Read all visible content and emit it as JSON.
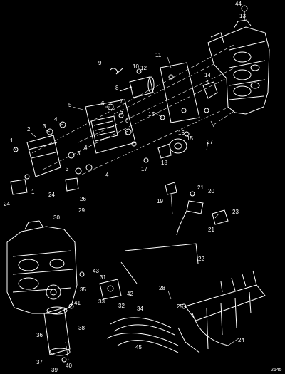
{
  "diagram": {
    "figure_number": "2645",
    "callouts": [
      "1",
      "2",
      "3",
      "4",
      "5",
      "6",
      "7",
      "8",
      "9",
      "10",
      "11",
      "12",
      "13",
      "14",
      "15",
      "16",
      "17",
      "18",
      "19",
      "20",
      "21",
      "22",
      "23",
      "24",
      "25",
      "26",
      "27",
      "28",
      "29",
      "30",
      "31",
      "32",
      "33",
      "34",
      "35",
      "36",
      "37",
      "38",
      "39",
      "40",
      "41",
      "42",
      "43",
      "44",
      "45"
    ]
  }
}
